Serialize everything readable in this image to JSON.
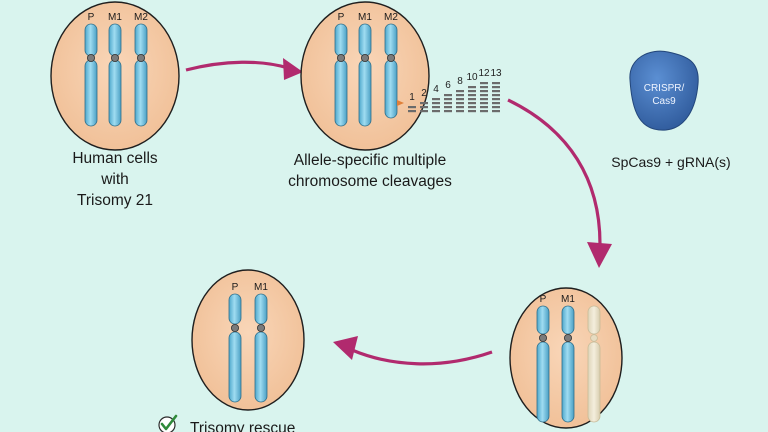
{
  "colors": {
    "background": "#d9f4ee",
    "cell_fill": "#f5c9a5",
    "cell_stroke": "#1f1f1f",
    "chromosome": "#74c2e0",
    "chromosome_lost": "#e8e0c8",
    "arrow": "#b12a6e",
    "cas9": "#3f6fb5"
  },
  "cells": {
    "top_left": {
      "labels": [
        "P",
        "M1",
        "M2"
      ]
    },
    "top_middle": {
      "labels": [
        "P",
        "M1",
        "M2"
      ]
    },
    "bottom_right": {
      "labels": [
        "P",
        "M1"
      ]
    },
    "bottom_left": {
      "labels": [
        "P",
        "M1"
      ]
    }
  },
  "captions": {
    "human_cells": [
      "Human cells",
      "with",
      "Trisomy 21"
    ],
    "cleavages": [
      "Allele-specific multiple",
      "chromosome cleavages"
    ],
    "reagent": "SpCas9 + gRNA(s)",
    "rescue": "Trisomy rescue"
  },
  "cas9": {
    "label_line1": "CRISPR/",
    "label_line2": "Cas9"
  },
  "cleavage_sites": [
    "1",
    "2",
    "4",
    "6",
    "8",
    "10",
    "12",
    "13"
  ],
  "icons": {
    "rescue_check": "checkmark-icon"
  }
}
